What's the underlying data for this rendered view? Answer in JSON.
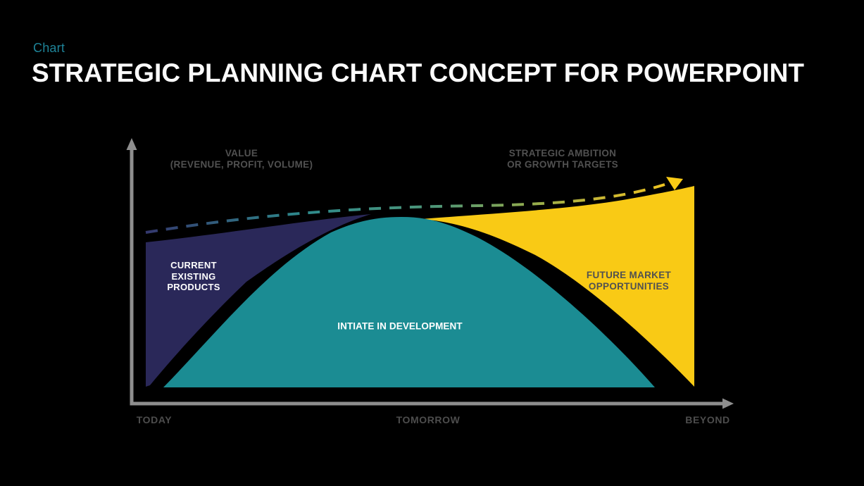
{
  "slide": {
    "eyebrow": "Chart",
    "title": "STRATEGIC PLANNING CHART CONCEPT FOR POWERPOINT"
  },
  "chart_data": {
    "type": "area",
    "title": "STRATEGIC PLANNING CHART CONCEPT FOR POWERPOINT",
    "description": "Conceptual strategic planning curve: three overlapping lifecycle areas over time with a dashed growth-ambition trend arrow. No numeric values shown on slide.",
    "x_ticks": [
      "TODAY",
      "TOMORROW",
      "BEYOND"
    ],
    "y_axis_label": [
      "VALUE",
      "(REVENUE, PROFIT, VOLUME)"
    ],
    "ambition_label": [
      "STRATEGIC AMBITION",
      "OR GROWTH TARGETS"
    ],
    "regions": [
      {
        "name": "current-existing-products",
        "label_lines": [
          "CURRENT",
          "EXISTING",
          "PRODUCTS"
        ],
        "color": "#2A2859",
        "label_color": "#FFFFFF",
        "x_span": [
          "TODAY",
          "TOMORROW"
        ]
      },
      {
        "name": "intiate-in-development",
        "label_lines": [
          "INTIATE IN DEVELOPMENT"
        ],
        "color": "#1B8C93",
        "label_color": "#FFFFFF",
        "x_span": [
          "TODAY",
          "BEYOND"
        ],
        "shape": "bell curve peaking at TOMORROW"
      },
      {
        "name": "future-market-opportunities",
        "label_lines": [
          "FUTURE MARKET",
          "OPPORTUNITIES"
        ],
        "color": "#F9CA15",
        "label_color": "#515151",
        "x_span": [
          "TOMORROW",
          "BEYOND"
        ]
      }
    ],
    "trend_line": {
      "style": "dashed",
      "direction": "rising left to right",
      "gradient": [
        "#34386E",
        "#2E8A8C",
        "#4E9678",
        "#8FAB50",
        "#C9B735",
        "#F0C41F"
      ],
      "arrow_color": "#F9CA15"
    },
    "axes": {
      "color": "#8E8E8E",
      "grid": false,
      "legend": "none"
    }
  }
}
